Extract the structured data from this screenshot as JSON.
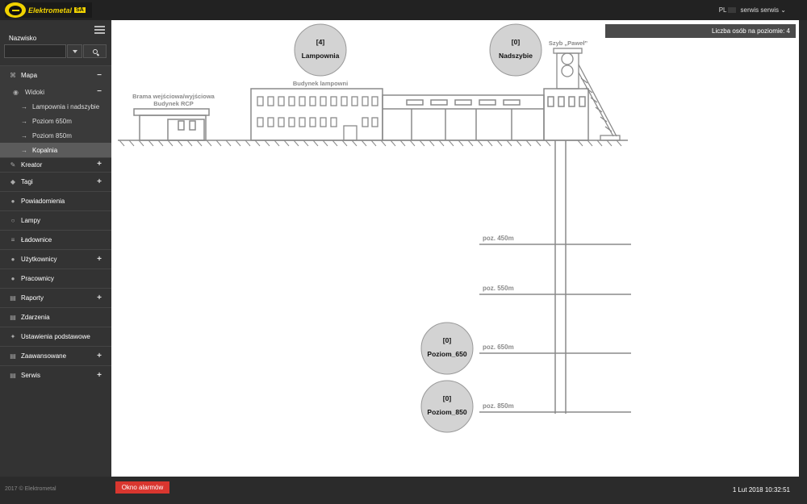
{
  "header": {
    "logo_text": "Elektrometal",
    "logo_suffix": "SA",
    "lang": "PL",
    "user": "serwis serwis"
  },
  "sidebar": {
    "search_label": "Nazwisko",
    "search_value": "",
    "items": [
      {
        "label": "Mapa",
        "icon": "sitemap-icon",
        "toggle": "−"
      },
      {
        "label": "Kreator",
        "icon": "edit-icon",
        "toggle": "+"
      },
      {
        "label": "Tagi",
        "icon": "tags-icon",
        "toggle": "+"
      },
      {
        "label": "Powiadomienia",
        "icon": "users-icon",
        "toggle": ""
      },
      {
        "label": "Lampy",
        "icon": "bulb-icon",
        "toggle": ""
      },
      {
        "label": "Ładownice",
        "icon": "list-icon",
        "toggle": ""
      },
      {
        "label": "Użytkownicy",
        "icon": "user-icon",
        "toggle": "+"
      },
      {
        "label": "Pracownicy",
        "icon": "users-icon",
        "toggle": ""
      },
      {
        "label": "Raporty",
        "icon": "book-icon",
        "toggle": "+"
      },
      {
        "label": "Zdarzenia",
        "icon": "book-icon",
        "toggle": ""
      },
      {
        "label": "Ustawienia podstawowe",
        "icon": "wrench-icon",
        "toggle": ""
      },
      {
        "label": "Zaawansowane",
        "icon": "book-icon",
        "toggle": "+"
      },
      {
        "label": "Serwis",
        "icon": "book-icon",
        "toggle": "+"
      }
    ],
    "widoki": {
      "label": "Widoki",
      "toggle": "−"
    },
    "views": [
      "Lampownia i nadszybie",
      "Poziom 650m",
      "Poziom 850m",
      "Kopalnia"
    ]
  },
  "map": {
    "count_label": "Liczba osób na poziomie: 4",
    "buildings": {
      "gate_line1": "Brama wejściowa/wyjściowa",
      "gate_line2": "Budynek RCP",
      "lamp_building": "Budynek lampowni",
      "shaft": "Szyb „Paweł”"
    },
    "zones": [
      {
        "count": "[4]",
        "name": "Lampownia"
      },
      {
        "count": "[0]",
        "name": "Nadszybie"
      },
      {
        "count": "[0]",
        "name": "Poziom_650"
      },
      {
        "count": "[0]",
        "name": "Poziom_850"
      }
    ],
    "levels": [
      "poz. 450m",
      "poz. 550m",
      "poz. 650m",
      "poz. 850m"
    ]
  },
  "footer": {
    "copyright": "2017 © Elektrometal",
    "alarm_button": "Okno alarmów",
    "datetime": "1 Lut 2018 10:32:51"
  },
  "colors": {
    "accent_alarm": "#d9362f",
    "logo_yellow": "#f0d200",
    "sidebar_bg": "#333333",
    "zone_fill": "#d3d3d3"
  }
}
